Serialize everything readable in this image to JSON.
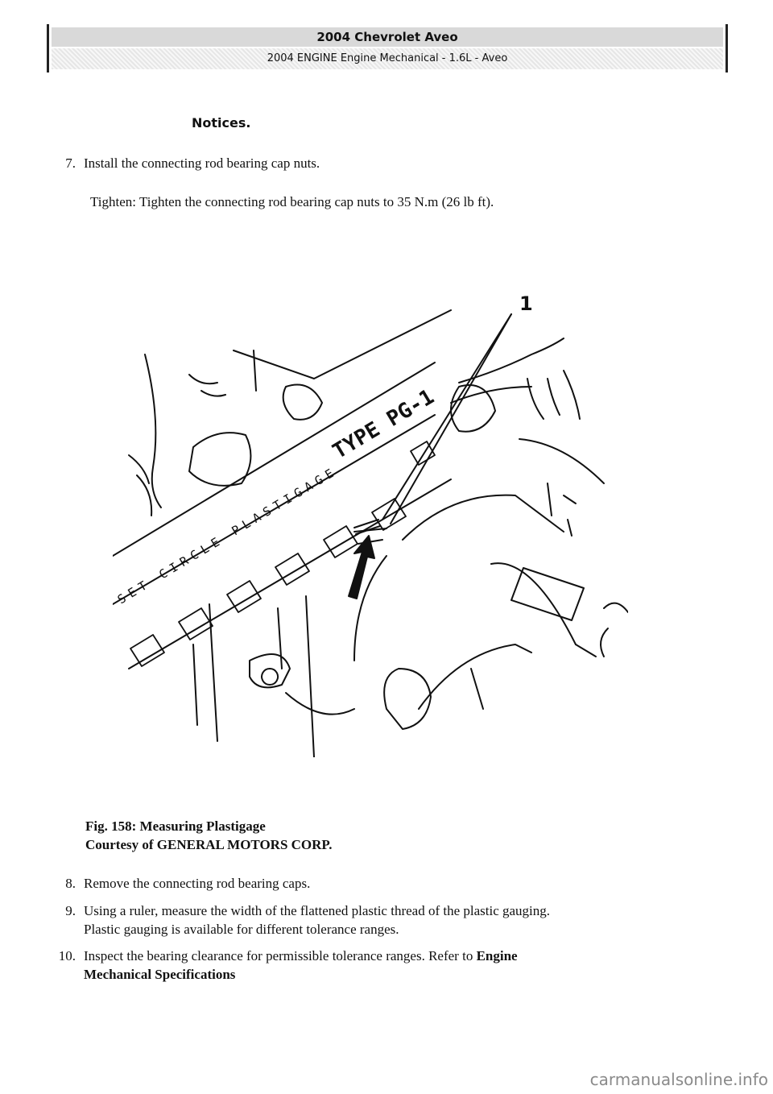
{
  "header": {
    "title": "2004 Chevrolet Aveo",
    "subtitle": "2004 ENGINE Engine Mechanical - 1.6L - Aveo"
  },
  "content": {
    "notices_fragment": "Notices.",
    "steps": [
      {
        "num": "7.",
        "text": "Install the connecting rod bearing cap nuts."
      },
      {
        "num": "8.",
        "text": "Remove the connecting rod bearing caps."
      },
      {
        "num": "9.",
        "text": "Using a ruler, measure the width of the flattened plastic thread of the plastic gauging.",
        "text2": "Plastic gauging is available for different tolerance ranges."
      },
      {
        "num": "10.",
        "text": "Inspect the bearing clearance for permissible tolerance ranges. Refer to ",
        "bold": "Engine",
        "text2": "Mechanical Specifications",
        "text2_bold": true
      }
    ],
    "tighten": "Tighten: Tighten the connecting rod bearing cap nuts to 35 N.m (26 lb ft)."
  },
  "figure": {
    "callout": "1",
    "strip_text": "TYPE PG-1",
    "strip_text2": "SET CIRCLE PLASTIGAGE",
    "caption_line1": "Fig. 158: Measuring Plastigage",
    "caption_line2": "Courtesy of GENERAL MOTORS CORP."
  },
  "watermark": "carmanualsonline.info"
}
